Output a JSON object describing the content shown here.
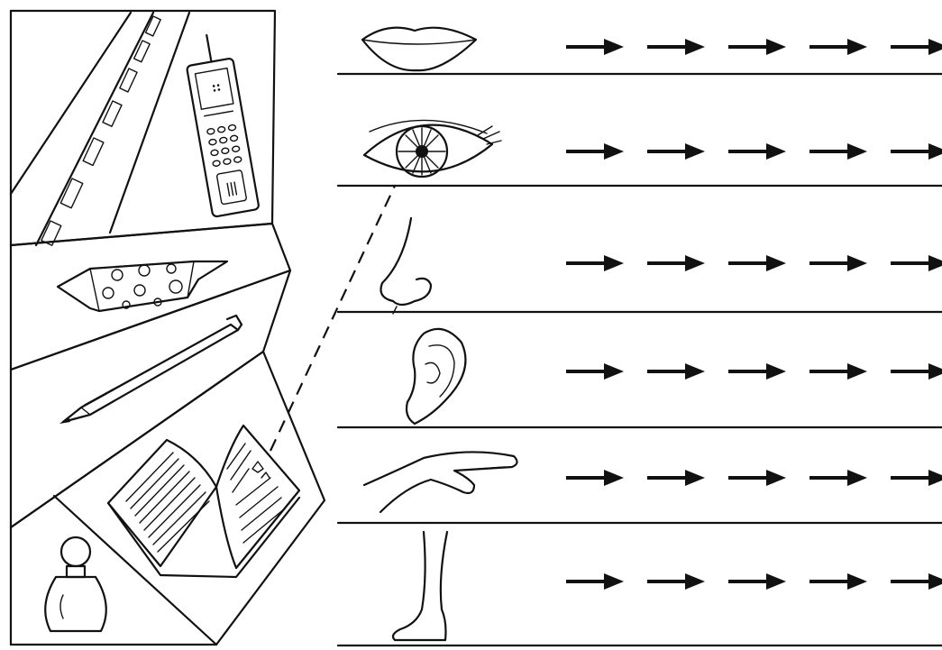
{
  "objects": [
    {
      "name": "road",
      "icon": "road-icon"
    },
    {
      "name": "mobile-phone",
      "icon": "mobile-phone-icon"
    },
    {
      "name": "candy",
      "icon": "candy-icon"
    },
    {
      "name": "pencil",
      "icon": "pencil-icon"
    },
    {
      "name": "book",
      "icon": "open-book-icon"
    },
    {
      "name": "perfume",
      "icon": "perfume-bottle-icon"
    }
  ],
  "senses": [
    {
      "organ": "mouth",
      "icon": "mouth-icon",
      "arrows": 5
    },
    {
      "organ": "eye",
      "icon": "eye-icon",
      "arrows": 5
    },
    {
      "organ": "nose",
      "icon": "nose-icon",
      "arrows": 5
    },
    {
      "organ": "ear",
      "icon": "ear-icon",
      "arrows": 5
    },
    {
      "organ": "hand",
      "icon": "hand-icon",
      "arrows": 5
    },
    {
      "organ": "leg",
      "icon": "leg-icon",
      "arrows": 5
    }
  ],
  "connection": {
    "from": "book",
    "to": "eye",
    "style": "dashed"
  },
  "colors": {
    "ink": "#111111",
    "paper": "#ffffff"
  }
}
